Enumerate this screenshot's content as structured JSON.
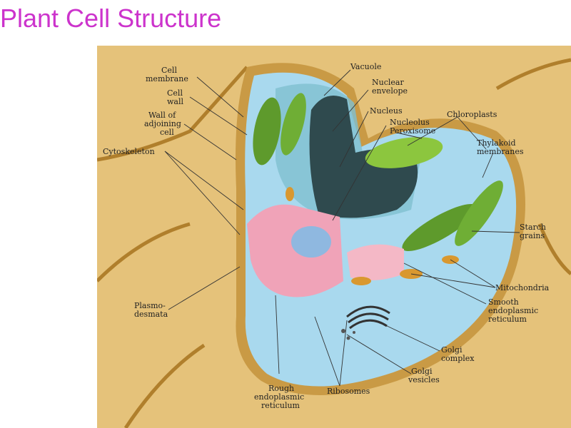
{
  "title": "Plant Cell Structure",
  "colors": {
    "title": "#cc33cc",
    "background_tissue": "#e5c27a",
    "cell_wall": "#c99a45",
    "cytoplasm": "#a9d9ee",
    "nucleus": "#2f4a4e",
    "chloroplast": "#5e9a2c",
    "rough_er": "#f0a3b8",
    "mitochondria": "#d9982f"
  },
  "labels": {
    "cell_membrane": [
      "Cell",
      "membrane"
    ],
    "cell_wall": [
      "Cell",
      "wall"
    ],
    "wall_of_adjoining_cell": [
      "Wall of",
      "adjoining",
      "cell"
    ],
    "cytoskeleton": [
      "Cytoskeleton"
    ],
    "vacuole": [
      "Vacuole"
    ],
    "nuclear_envelope": [
      "Nuclear",
      "envelope"
    ],
    "nucleus": [
      "Nucleus"
    ],
    "nucleolus": [
      "Nucleolus"
    ],
    "peroxisome": [
      "Peroxisome"
    ],
    "chloroplasts": [
      "Chloroplasts"
    ],
    "thylakoid_membranes": [
      "Thylakoid",
      "membranes"
    ],
    "starch_grains": [
      "Starch",
      "grains"
    ],
    "mitochondria": [
      "Mitochondria"
    ],
    "smooth_er": [
      "Smooth",
      "endoplasmic",
      "reticulum"
    ],
    "golgi_complex": [
      "Golgi",
      "complex"
    ],
    "golgi_vesicles": [
      "Golgi",
      "vesicles"
    ],
    "ribosomes": [
      "Ribosomes"
    ],
    "rough_er": [
      "Rough",
      "endoplasmic",
      "reticulum"
    ],
    "plasmodesmata": [
      "Plasmo-",
      "desmata"
    ]
  }
}
